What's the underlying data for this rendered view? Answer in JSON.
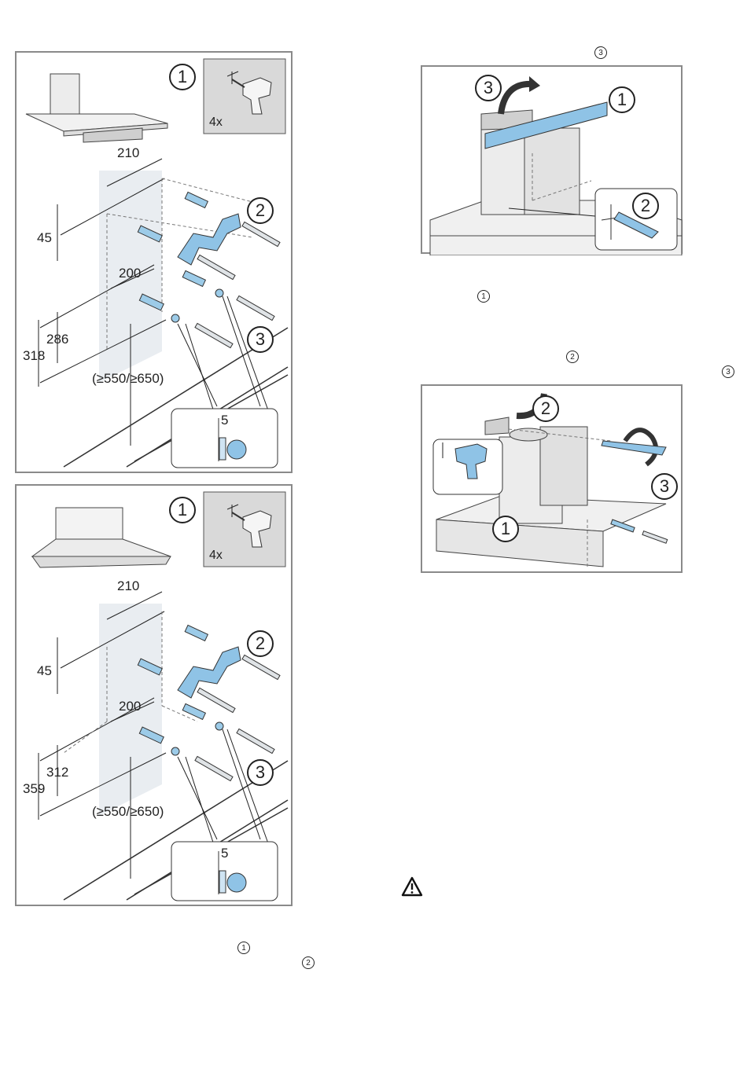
{
  "panel1": {
    "step1": "1",
    "step2": "2",
    "step3": "3",
    "drill_count": "4x",
    "dim_width_top": "210",
    "dim_offset_top": "45",
    "dim_width_mid": "200",
    "dim_h_inner": "286",
    "dim_h_outer": "318",
    "dim_height_range": "(≥550/≥650)",
    "dim_gap": "5"
  },
  "panel2": {
    "step1": "1",
    "step2": "2",
    "step3": "3",
    "drill_count": "4x",
    "dim_width_top": "210",
    "dim_offset_top": "45",
    "dim_width_mid": "200",
    "dim_h_inner": "312",
    "dim_h_outer": "359",
    "dim_height_range": "(≥550/≥650)",
    "dim_gap": "5"
  },
  "panel3": {
    "step1": "1",
    "step2": "2",
    "step3": "3"
  },
  "panel4": {
    "step1": "1",
    "step2": "2",
    "step3": "3"
  },
  "text_refs": {
    "ref_top_right": "3",
    "ref_mid_a": "1",
    "ref_mid_b": "2",
    "ref_mid_c": "3",
    "ref_bottom_a": "1",
    "ref_bottom_b": "2"
  },
  "colors": {
    "frame": "#8a8a8a",
    "accent_blue": "#8fc3e6",
    "dark": "#1a1a1a"
  }
}
